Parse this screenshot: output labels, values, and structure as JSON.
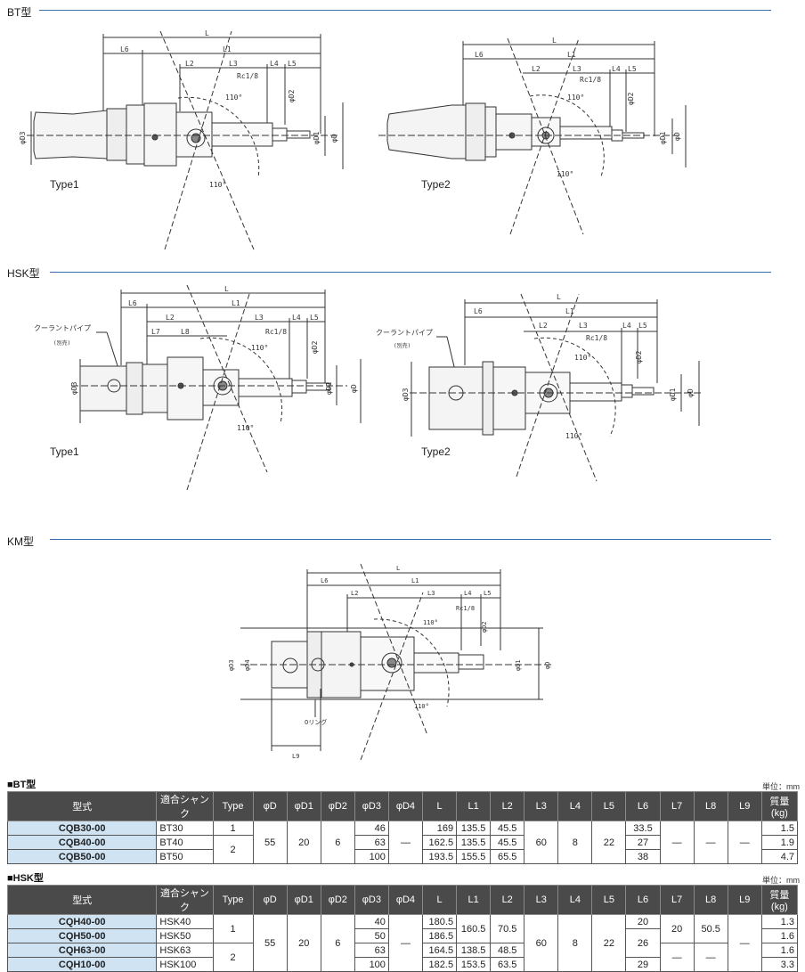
{
  "sections": {
    "bt": "BT型",
    "hsk": "HSK型",
    "km": "KM型"
  },
  "type_labels": {
    "type1": "Type1",
    "type2": "Type2"
  },
  "dim": {
    "L": "L",
    "L1": "L1",
    "L2": "L2",
    "L3": "L3",
    "L4": "L4",
    "L5": "L5",
    "L6": "L6",
    "L7": "L7",
    "L8": "L8",
    "L9": "L9",
    "rc": "Rc1/8",
    "D": "φD",
    "D1": "φD1",
    "D2": "φD2",
    "D3": "φD3",
    "D4": "φD4",
    "angle": "110°",
    "coolant": "クーラントパイプ",
    "coolant_note": "(別売)",
    "oring": "Oリング"
  },
  "bt_table": {
    "title": "■BT型",
    "unit": "単位：mm",
    "headers": [
      "型式",
      "適合シャンク",
      "Type",
      "φD",
      "φD1",
      "φD2",
      "φD3",
      "φD4",
      "L",
      "L1",
      "L2",
      "L3",
      "L4",
      "L5",
      "L6",
      "L7",
      "L8",
      "L9",
      "質量(kg)"
    ],
    "rows": [
      {
        "model": "CQB30-00",
        "shank": "BT30",
        "type": "1",
        "D3": "46",
        "L": "169",
        "L1": "135.5",
        "L2": "45.5",
        "L6": "33.5",
        "mass": "1.5"
      },
      {
        "model": "CQB40-00",
        "shank": "BT40",
        "D3": "63",
        "L": "162.5",
        "L1": "135.5",
        "L2": "45.5",
        "L6": "27",
        "mass": "1.9"
      },
      {
        "model": "CQB50-00",
        "shank": "BT50",
        "D3": "100",
        "L": "193.5",
        "L1": "155.5",
        "L2": "65.5",
        "L6": "38",
        "mass": "4.7"
      }
    ],
    "type2": "2",
    "D": "55",
    "D1": "20",
    "D2": "6",
    "D4": "—",
    "L3": "60",
    "L4": "8",
    "L5": "22",
    "L7": "—",
    "L8": "—",
    "L9": "—"
  },
  "hsk_table": {
    "title": "■HSK型",
    "unit": "単位：mm",
    "headers": [
      "型式",
      "適合シャンク",
      "Type",
      "φD",
      "φD1",
      "φD2",
      "φD3",
      "φD4",
      "L",
      "L1",
      "L2",
      "L3",
      "L4",
      "L5",
      "L6",
      "L7",
      "L8",
      "L9",
      "質量(kg)"
    ],
    "rows": [
      {
        "model": "CQH40-00",
        "shank": "HSK40",
        "D3": "40",
        "L": "180.5",
        "mass": "1.3"
      },
      {
        "model": "CQH50-00",
        "shank": "HSK50",
        "D3": "50",
        "L": "186.5",
        "mass": "1.6"
      },
      {
        "model": "CQH63-00",
        "shank": "HSK63",
        "D3": "63",
        "L": "164.5",
        "L1": "138.5",
        "L2": "48.5",
        "mass": "1.6"
      },
      {
        "model": "CQH10-00",
        "shank": "HSK100",
        "D3": "100",
        "L": "182.5",
        "L1": "153.5",
        "L2": "63.5",
        "L6": "29",
        "mass": "3.3"
      }
    ],
    "type1": "1",
    "type2": "2",
    "D": "55",
    "D1": "20",
    "D2": "6",
    "D4": "—",
    "L1_12": "160.5",
    "L2_12": "70.5",
    "L3": "60",
    "L4": "8",
    "L5": "22",
    "L6_1": "20",
    "L6_23": "26",
    "L7_12": "20",
    "L8_12": "50.5",
    "L7_34": "—",
    "L8_34": "—",
    "L9": "—"
  }
}
